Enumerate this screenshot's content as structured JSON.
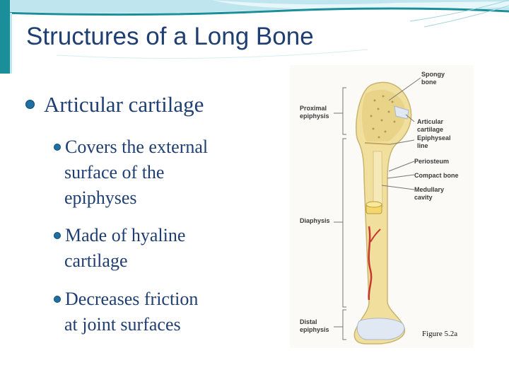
{
  "slide": {
    "title": "Structures of a Long Bone",
    "main_bullet": "Articular cartilage",
    "sub_bullets": [
      {
        "lines": [
          "Covers the external",
          "surface of the",
          "epiphyses"
        ]
      },
      {
        "lines": [
          "Made of hyaline",
          "cartilage"
        ]
      },
      {
        "lines": [
          "Decreases friction",
          "at joint surfaces"
        ]
      }
    ]
  },
  "figure": {
    "labels": {
      "proximal_1": "Proximal",
      "proximal_2": "epiphysis",
      "diaphysis": "Diaphysis",
      "distal_1": "Distal",
      "distal_2": "epiphysis",
      "spongy_1": "Spongy",
      "spongy_2": "bone",
      "articular_1": "Articular",
      "articular_2": "cartilage",
      "epiphyseal_1": "Epiphyseal",
      "epiphyseal_2": "line",
      "periosteum": "Periosteum",
      "compact": "Compact bone",
      "medullary_1": "Medullary",
      "medullary_2": "cavity"
    },
    "caption": "Figure 5.2a"
  },
  "colors": {
    "title": "#1f3f73",
    "bullet": "#1f6fa0",
    "banner_teal": "#1a8f9a",
    "bone": "#f1df9e",
    "cartilage": "#dfe8f3"
  }
}
